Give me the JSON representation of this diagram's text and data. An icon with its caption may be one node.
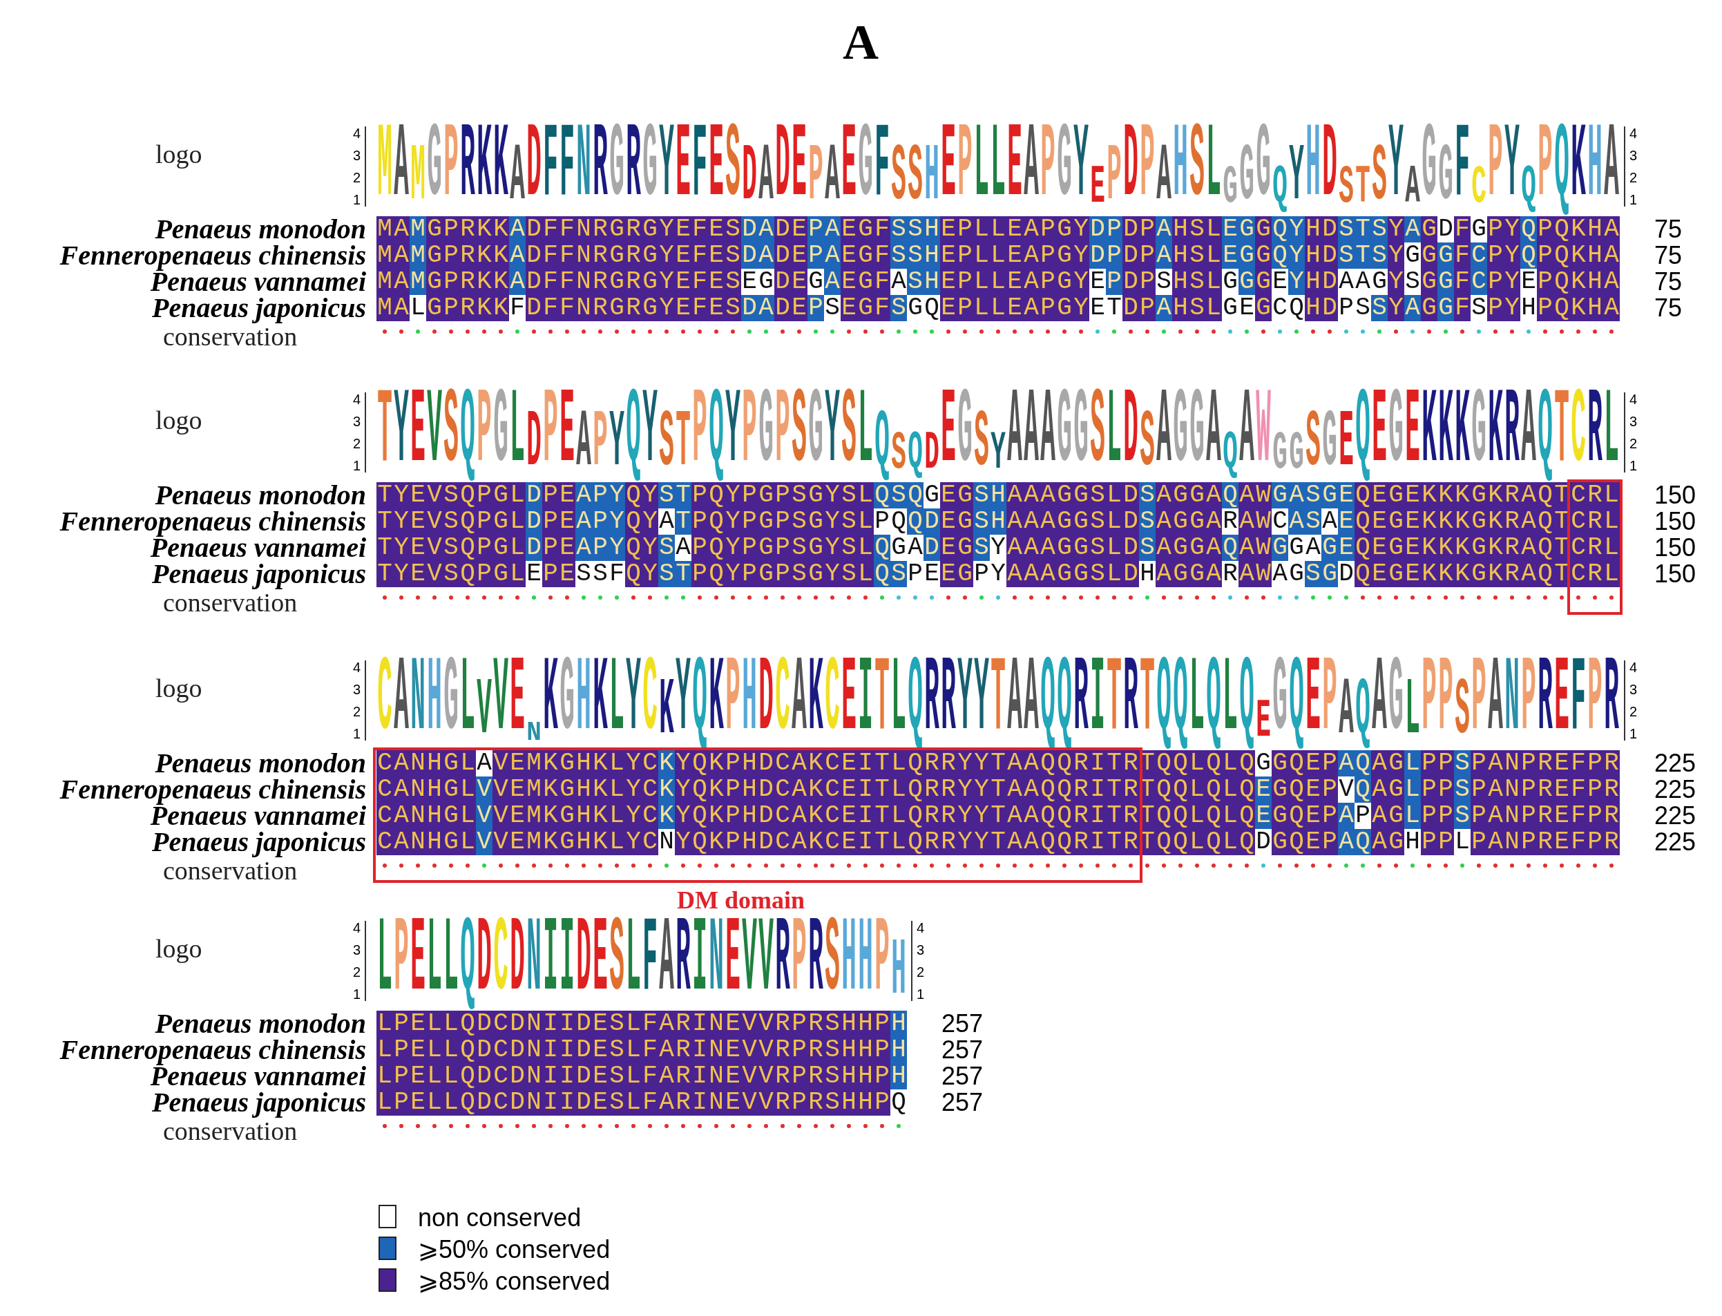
{
  "diagram": {
    "title": "A",
    "labels": [
      "logo",
      "4",
      "3",
      "2",
      "1",
      "MAMGPRKKADFFNRGRGYEFESDADEPAEGFSSHEPLLEAPGYEPDPAHSLGGGQYHDSTSYAGGFCPYQPQKHA",
      "4",
      "3",
      "2",
      "1",
      "Penaeus monodon",
      "MAMGPRKKADFFNRGRGYEFESDADEPAEGFSSHEPLLEAPGYDPDPAHSLEGGQYHDSTSYAGDFGPYQPQKHA",
      "75",
      "Fenneropenaeus chinensis",
      "MAMGPRKKADFFNRGRGYEFESDADEPAEGFSSHEPLLEAPGYDPDPAHSLEGGQYHDSTSYGGGFCPYQPQKHA",
      "75",
      "Penaeus vannamei",
      "MAMGPRKKADFFNRGRGYEFESEGDEGAEGFASHEPLLEAPGYEPDPSHSLGGGEYHDAAGYSGGFCPYEPQKHA",
      "75",
      "Penaeus japonicus",
      "MALGPRKKFDFFNRGRGYEFESDADEPSEGFSGQEPLLEAPGYETDPAHSLGEGCQHDPSSYAGGFSPYHPQKHA",
      "75",
      "conservation",
      "logo",
      "4",
      "3",
      "2",
      "1",
      "TYEVSQPGLDPEAPYQYSTPQYPGPSGYSLQSQDEGSYAAAGGSLDSAGGAQAWGGSGEQEGEKKKGKRAQTCRL",
      "4",
      "3",
      "2",
      "1",
      "Penaeus monodon",
      "TYEVSQPGLDPEAPYQYSTPQYPGPSGYSLQSQGEGSHAAAGGSLDSAGGAQAWGASGEQEGEKKKGKRAQTCRL",
      "150",
      "Fenneropenaeus chinensis",
      "TYEVSQPGLDPEAPYQYATPQYPGPSGYSLPQQDEGSHAAAGGSLDSAGGARAWCASAEQEGEKKKGKRAQTCRL",
      "150",
      "Penaeus vannamei",
      "TYEVSQPGLDPEAPYQYSAPQYPGPSGYSLQGADEGSYAAAGGSLDSAGGAQAWGGAGEQEGEKKKGKRAQTCRL",
      "150",
      "Penaeus japonicus",
      "TYEVSQPGLEPESSFQYSTPQYPGPSGYSLQSPEEGPYAAAGGSLDHAGGARAWAGSGDQEGEKKKGKRAQTCRL",
      "150",
      "conservation",
      "logo",
      "4",
      "3",
      "2",
      "1",
      "CANHGLVVENKGHKLYCKYQKPHDCAKCEITLQRRYYTAAQQRITRTQQLQLQEGQEPAQAGLPPSPANPREFPR",
      "4",
      "3",
      "2",
      "1",
      "Penaeus monodon",
      "CANHGLAVEMKGHKLYCKYQKPHDCAKCEITLQRRYYTAAQQRITRTQQLQLQGGQEPAQAGLPPSPANPREFPR",
      "225",
      "Fenneropenaeus chinensis",
      "CANHGLVVEMKGHKLYCKYQKPHDCAKCEITLQRRYYTAAQQRITRTQQLQLQEGQEPVQAGLPPSPANPREFPR",
      "225",
      "Penaeus vannamei",
      "CANHGLVVEMKGHKLYCKYQKPHDCAKCEITLQRRYYTAAQQRITRTQQLQLQEGQEPAPAGLPPSPANPREFPR",
      "225",
      "Penaeus japonicus",
      "CANHGLVVEMKGHKLYCNYQKPHDCAKCEITLQRRYYTAAQQRITRTQQLQLQDGQEPAQAGHPPLPANPREFPR",
      "225",
      "conservation",
      "logo",
      "4",
      "3",
      "2",
      "1",
      "LPELLQDCDNIIDESLFARINEVVRPRSHHPH",
      "4",
      "3",
      "2",
      "1",
      "Penaeus monodon",
      "LPELLQDCDNIIDESLFARINEVVRPRSHHPH",
      "257",
      "Fenneropenaeus chinensis",
      "LPELLQDCDNIIDESLFARINEVVRPRSHHPH",
      "257",
      "Penaeus vannamei",
      "LPELLQDCDNIIDESLFARINEVVRPRSHHPH",
      "257",
      "Penaeus japonicus",
      "LPELLQDCDNIIDESLFARINEVVRPRSHHPQ",
      "257",
      "conservation",
      "DM domain"
    ],
    "legend": [
      {
        "text": "non conserved",
        "color": "#ffffff"
      },
      {
        "text": "⩾50% conserved",
        "color": "#1f66b8"
      },
      {
        "text": "⩾85% conserved",
        "color": "#4b2390"
      }
    ]
  }
}
